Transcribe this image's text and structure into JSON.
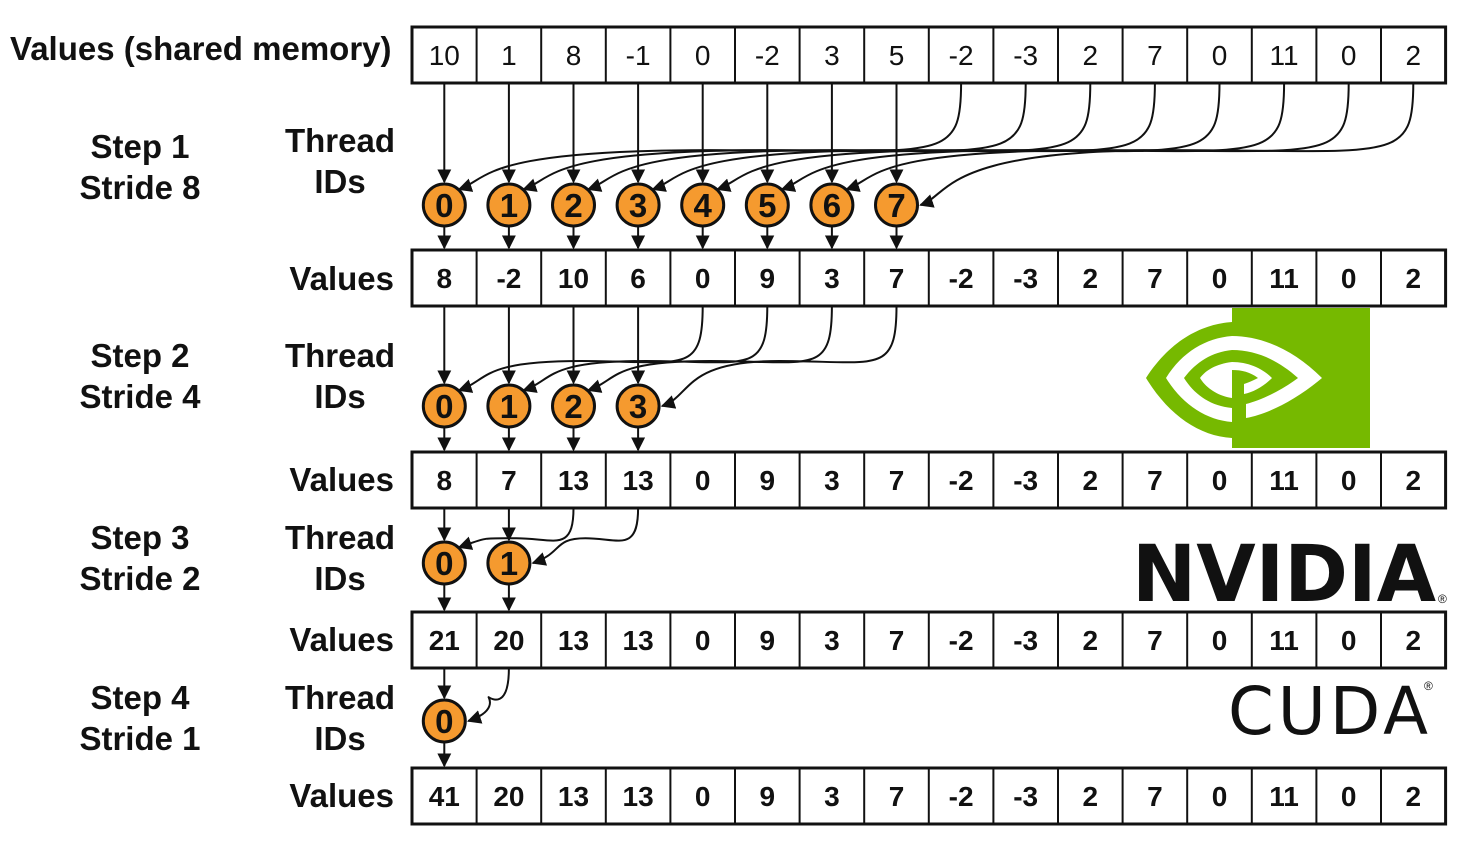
{
  "title_label": "Values (shared memory)",
  "thread_label_line1": "Thread",
  "thread_label_line2": "IDs",
  "values_label": "Values",
  "initial_values": [
    "10",
    "1",
    "8",
    "-1",
    "0",
    "-2",
    "3",
    "5",
    "-2",
    "-3",
    "2",
    "7",
    "0",
    "11",
    "0",
    "2"
  ],
  "steps": [
    {
      "step_label": "Step 1",
      "stride_label": "Stride 8",
      "thread_ids": [
        "0",
        "1",
        "2",
        "3",
        "4",
        "5",
        "6",
        "7"
      ],
      "values": [
        "8",
        "-2",
        "10",
        "6",
        "0",
        "9",
        "3",
        "7",
        "-2",
        "-3",
        "2",
        "7",
        "0",
        "11",
        "0",
        "2"
      ]
    },
    {
      "step_label": "Step 2",
      "stride_label": "Stride 4",
      "thread_ids": [
        "0",
        "1",
        "2",
        "3"
      ],
      "values": [
        "8",
        "7",
        "13",
        "13",
        "0",
        "9",
        "3",
        "7",
        "-2",
        "-3",
        "2",
        "7",
        "0",
        "11",
        "0",
        "2"
      ]
    },
    {
      "step_label": "Step 3",
      "stride_label": "Stride 2",
      "thread_ids": [
        "0",
        "1"
      ],
      "values": [
        "21",
        "20",
        "13",
        "13",
        "0",
        "9",
        "3",
        "7",
        "-2",
        "-3",
        "2",
        "7",
        "0",
        "11",
        "0",
        "2"
      ]
    },
    {
      "step_label": "Step 4",
      "stride_label": "Stride 1",
      "thread_ids": [
        "0"
      ],
      "values": [
        "41",
        "20",
        "13",
        "13",
        "0",
        "9",
        "3",
        "7",
        "-2",
        "-3",
        "2",
        "7",
        "0",
        "11",
        "0",
        "2"
      ]
    }
  ],
  "logos": {
    "nvidia_wordmark": "NVIDIA",
    "nvidia_registered": "®",
    "cuda_wordmark": "CUDA",
    "cuda_registered": "®"
  },
  "colors": {
    "thread_fill": "#f59a2f",
    "nvidia_green": "#76b900",
    "line": "#111111"
  }
}
